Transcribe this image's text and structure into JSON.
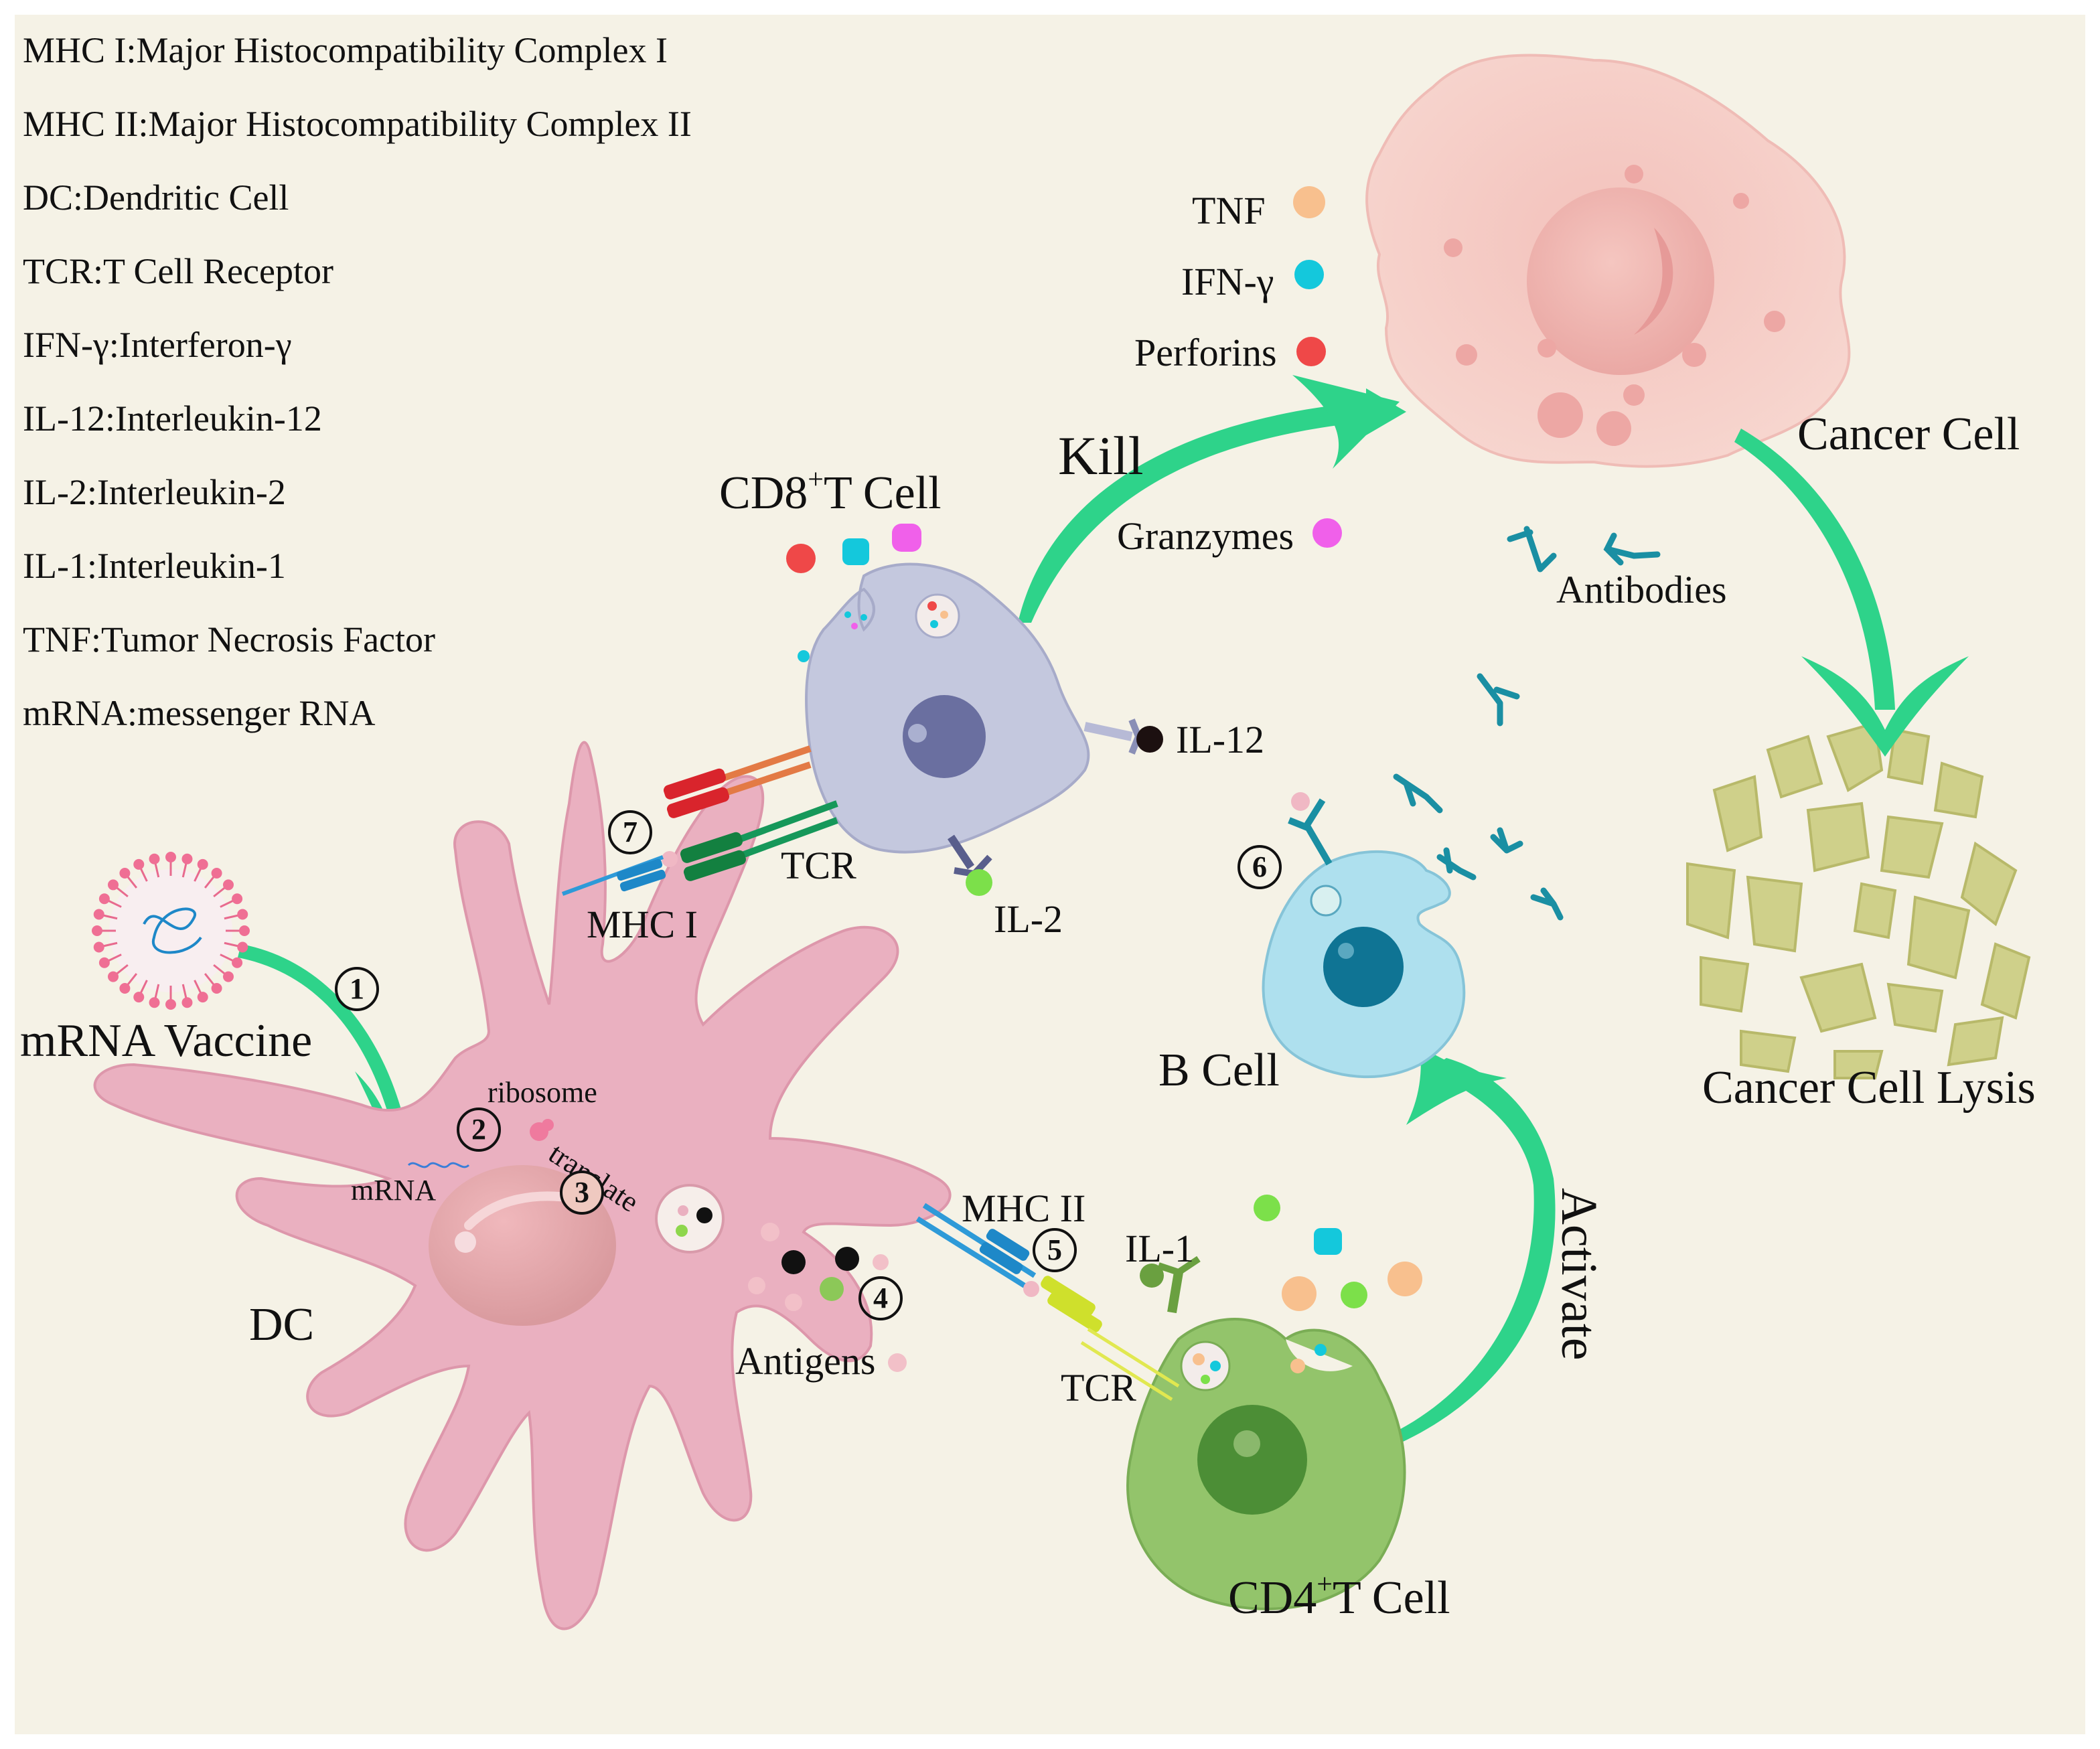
{
  "legend": [
    "MHC I:Major Histocompatibility Complex I",
    "MHC II:Major Histocompatibility Complex II",
    "DC:Dendritic Cell",
    "TCR:T Cell Receptor",
    "IFN-γ:Interferon-γ",
    "IL-12:Interleukin-12",
    "IL-2:Interleukin-2",
    "IL-1:Interleukin-1",
    "TNF:Tumor Necrosis Factor",
    "mRNA:messenger RNA"
  ],
  "labels": {
    "tnf": "TNF",
    "ifn": "IFN-γ",
    "perforins": "Perforins",
    "kill": "Kill",
    "granzymes": "Granzymes",
    "cancer_cell": "Cancer Cell",
    "antibodies": "Antibodies",
    "cd8_main": "CD8",
    "cd8_sup": "+",
    "cd8_tail": "T Cell",
    "il12": "IL-12",
    "il2": "IL-2",
    "tcr_top": "TCR",
    "mhc1": "MHC I",
    "mrna_vaccine": "mRNA Vaccine",
    "ribosome": "ribosome",
    "translate": "translate",
    "mrna": "mRNA",
    "dc": "DC",
    "antigens": "Antigens",
    "mhc2": "MHC II",
    "il1": "IL-1",
    "tcr_bottom": "TCR",
    "cd4_main": "CD4",
    "cd4_sup": "+",
    "cd4_tail": "T Cell",
    "b_cell": "B Cell",
    "activate": "Activate",
    "lysis": "Cancer Cell Lysis"
  },
  "steps": [
    "1",
    "2",
    "3",
    "4",
    "5",
    "6",
    "7"
  ],
  "colors": {
    "background": "#f5f2e6",
    "arrow": "#2ed38a",
    "dc": "#eab0c0",
    "cd8": "#c4c8de",
    "cd4": "#93c46b",
    "b_cell": "#aee0ee",
    "cancer": "#f5cfc8",
    "lysis": "#cfcf8a",
    "antibody": "#1a8fa3",
    "tnf": "#f8c08e",
    "ifn": "#14c8dc",
    "perforin": "#ef4848",
    "granzyme": "#f060ea"
  }
}
